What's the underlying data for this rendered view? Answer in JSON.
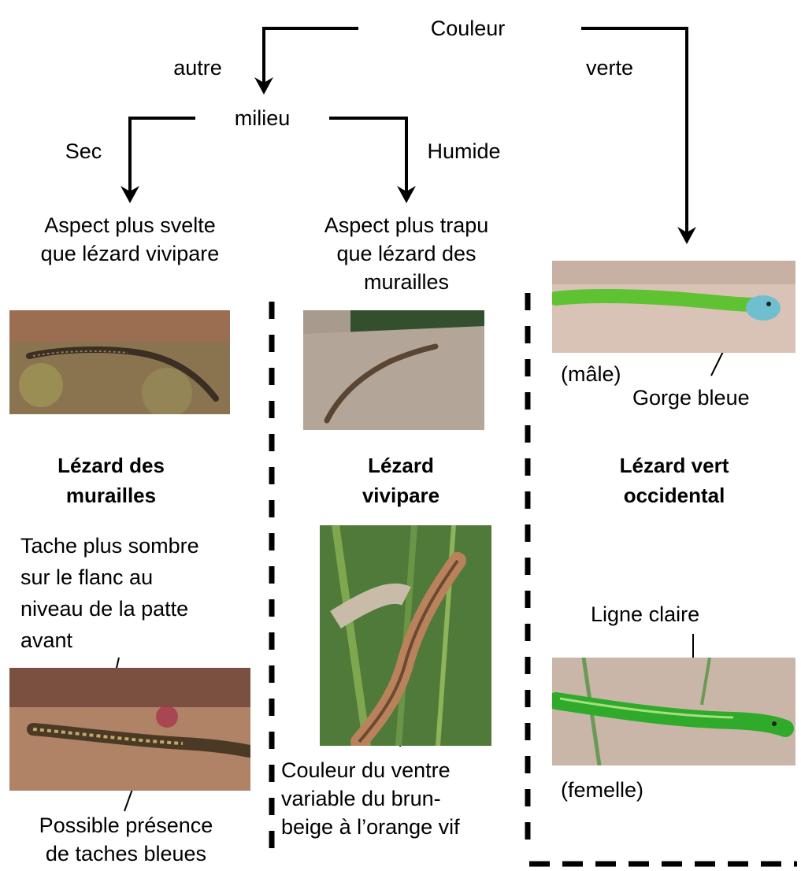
{
  "root": "Couleur",
  "branches": {
    "other": "autre",
    "green": "verte",
    "dry": "Sec",
    "humid": "Humide"
  },
  "node_milieu": "milieu",
  "desc_wall": [
    "Aspect plus svelte",
    "que lézard vivipare"
  ],
  "desc_viviparous": [
    "Aspect plus trapu",
    "que lézard des",
    "murailles"
  ],
  "species": {
    "wall": [
      "Lézard des",
      "murailles"
    ],
    "viviparous": [
      "Lézard",
      "vivipare"
    ],
    "green": [
      "Lézard vert",
      "occidental"
    ]
  },
  "notes": {
    "wall_flank": [
      "Tache plus sombre",
      "sur le flanc au",
      "niveau de la patte",
      "avant"
    ],
    "wall_blue": [
      "Possible présence",
      "de taches bleues"
    ],
    "viviparous_belly": [
      "Couleur du ventre",
      "variable du brun-",
      "beige à l’orange vif"
    ],
    "male": "(mâle)",
    "throat": "Gorge bleue",
    "stripe": "Ligne claire",
    "female": "(femelle)"
  },
  "colors": {
    "green_lizard": "#5fc232",
    "throat": "#6fbfcf",
    "brown_lizard": "#5a4532",
    "sand": "#d9c2b6",
    "rock": "#8a7450"
  }
}
